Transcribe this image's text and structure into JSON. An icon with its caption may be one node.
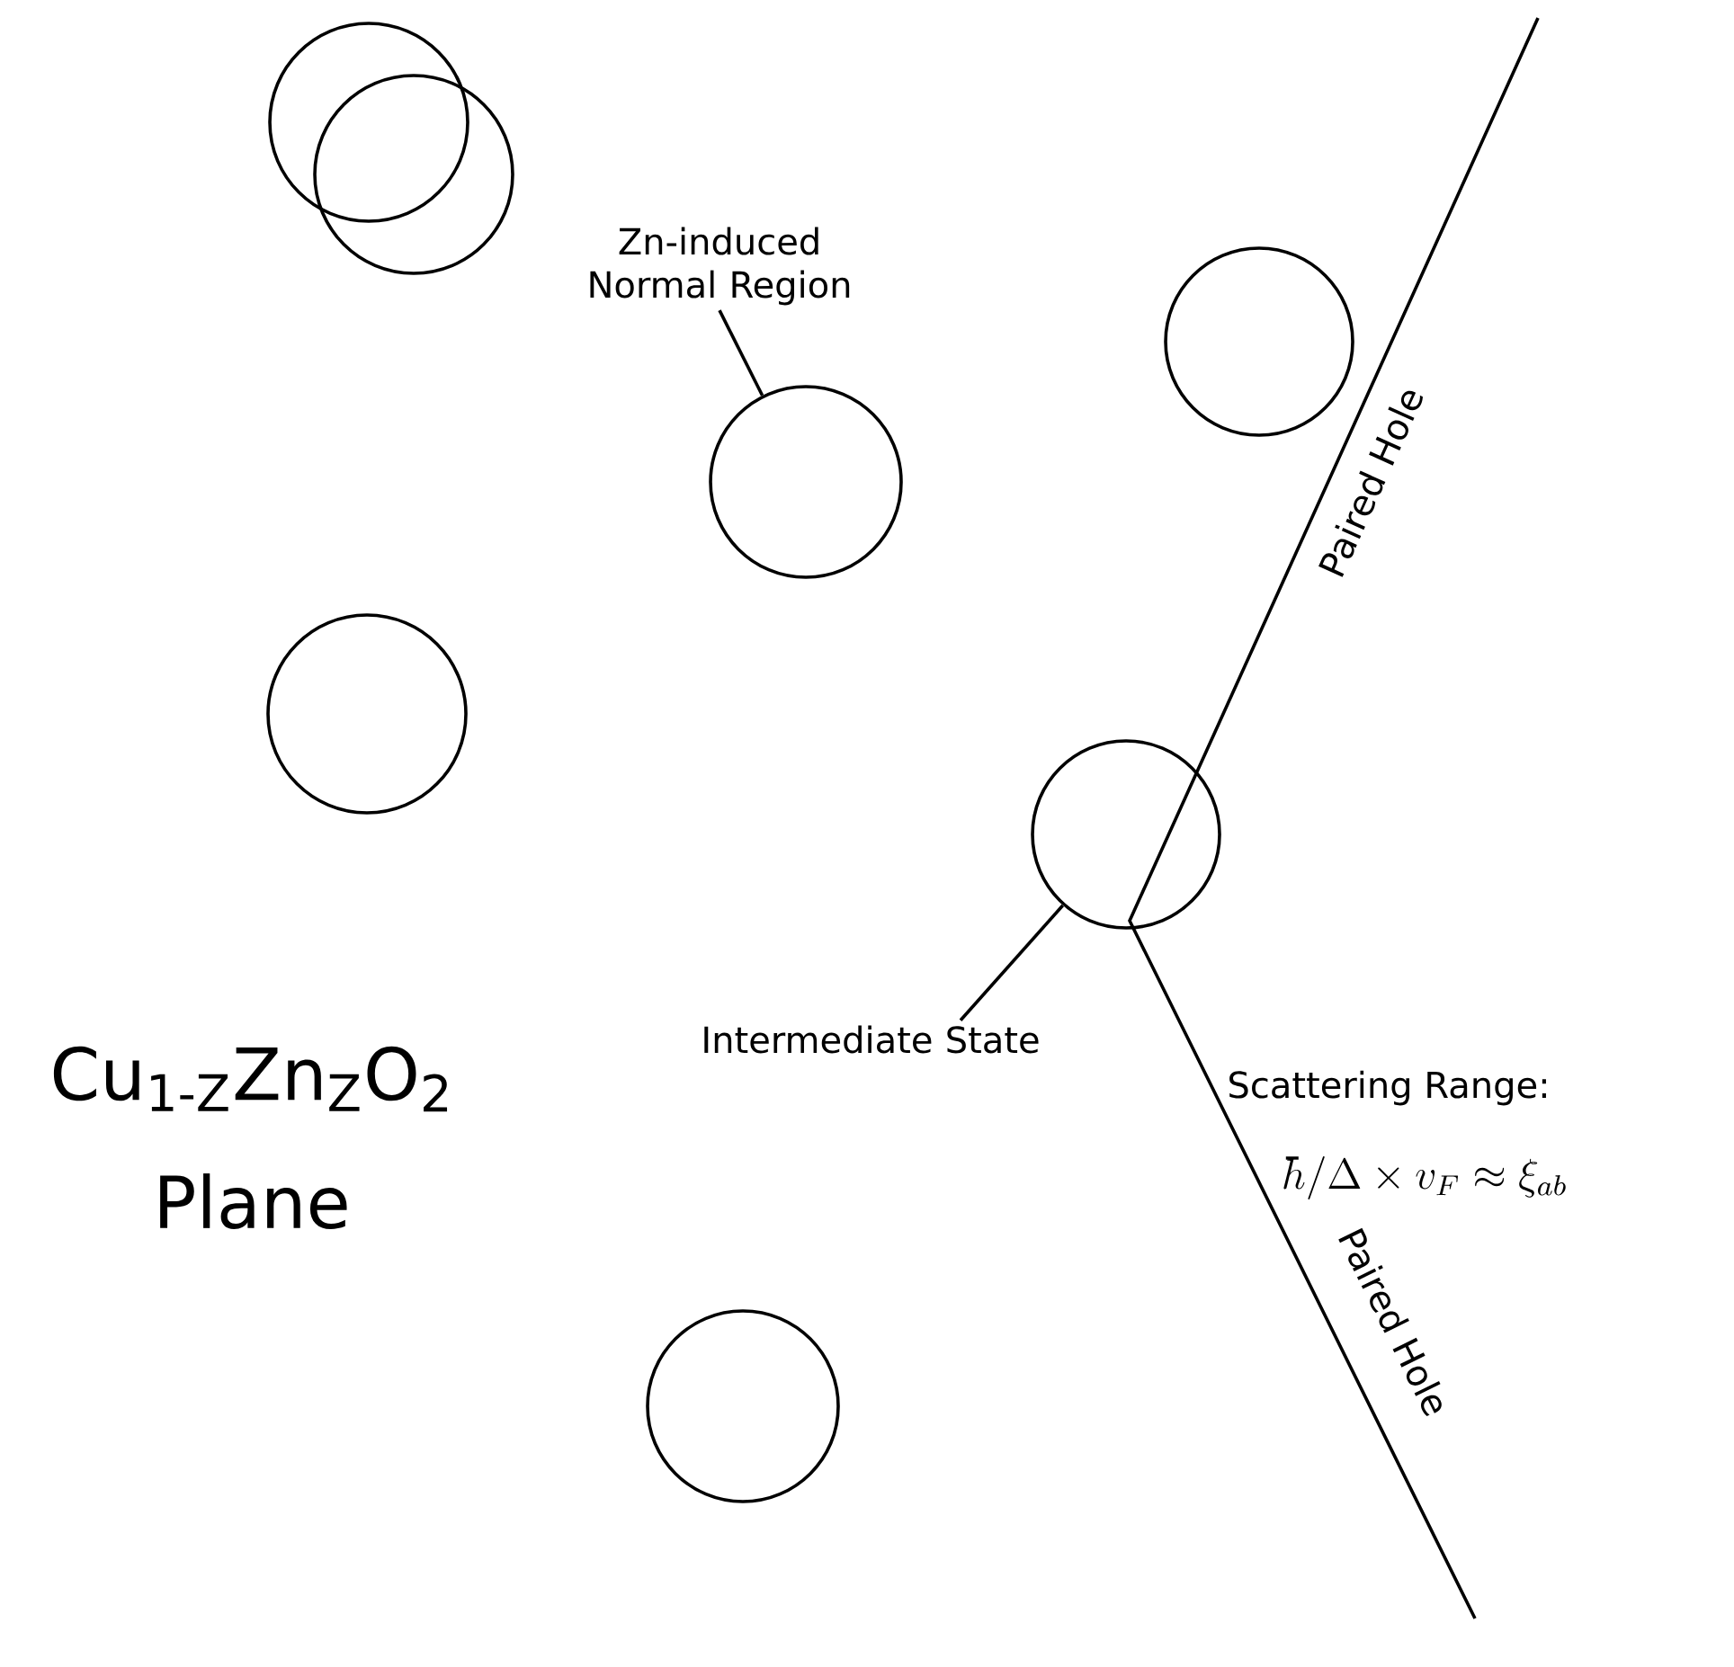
{
  "diagram": {
    "nodes": [
      {
        "text": [],
        "shape": "circle"
      },
      {
        "text": [],
        "shape": "circle"
      },
      {
        "text": [
          "Zn-induced Normal Region"
        ]
      },
      {
        "text": [],
        "shape": "circle"
      },
      {
        "text": [],
        "shape": "circle"
      },
      {
        "text": [],
        "shape": "circle"
      },
      {
        "text": [],
        "shape": "circle"
      },
      {
        "text": [
          "Intermediate State"
        ]
      },
      {
        "text": [],
        "shape": "circle"
      }
    ],
    "edges": [
      {
        "from": 2,
        "to": 4,
        "arrow": "none"
      },
      {
        "from": 7,
        "to": 6,
        "arrow": "none"
      }
    ],
    "labels": [
      "Paired Hole",
      "Scattering Range:",
      "\\hbar/\\Delta\\times v_F\\approx\\xi_{ab}",
      "Cu$_{1-Z}$Zn$_{Z}$O$_{2}$",
      "Paired Hole",
      "Plane"
    ]
  }
}
